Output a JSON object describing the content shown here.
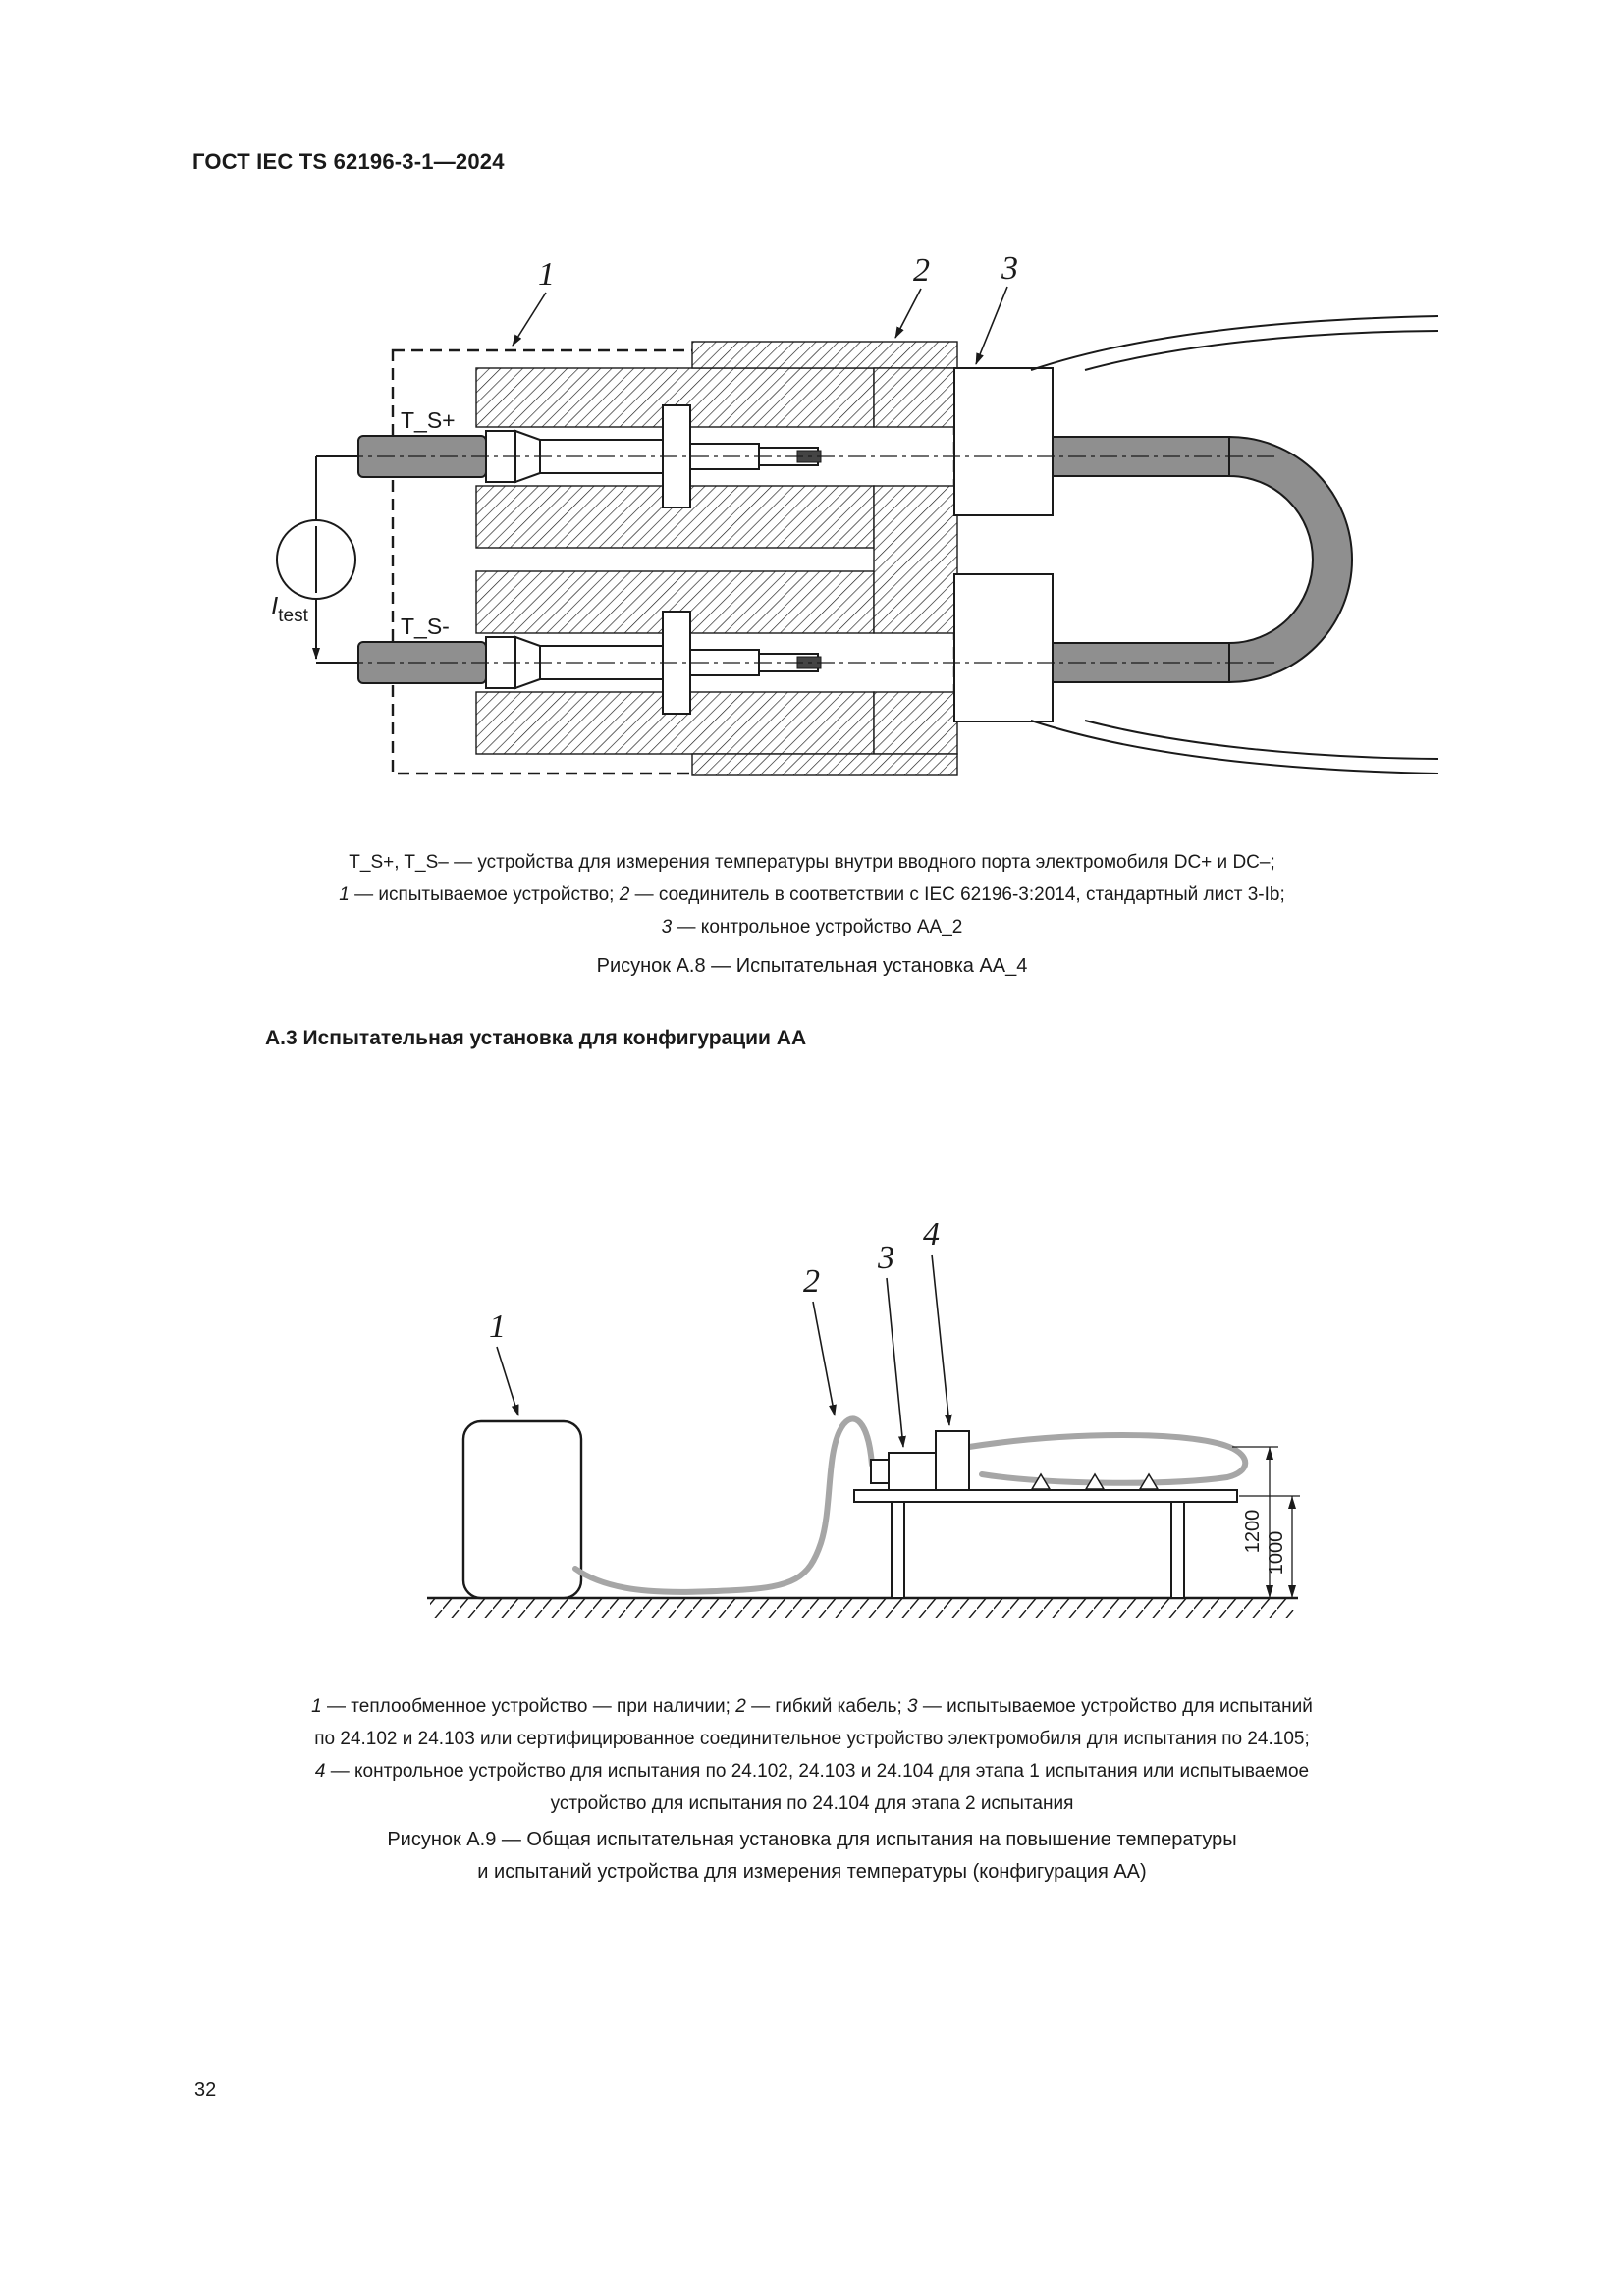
{
  "page": {
    "header": "ГОСТ IEC TS 62196-3-1—2024",
    "page_number": "32"
  },
  "figure_a8": {
    "callouts": {
      "c1": "1",
      "c2": "2",
      "c3": "3"
    },
    "ts_plus": "T_S+",
    "ts_minus": "T_S-",
    "current": {
      "symbol": "I",
      "subscript": "test"
    },
    "legend": {
      "line1": "T_S+, T_S– — устройства для измерения температуры внутри вводного порта электромобиля DC+ и DC–;",
      "line2_num1": "1",
      "line2_text1": " — испытываемое устройство; ",
      "line2_num2": "2",
      "line2_text2": " — соединитель в соответствии с IEC 62196-3:2014, стандартный лист 3-Ib;",
      "line3_num": "3",
      "line3_text": " — контрольное устройство АА_2"
    },
    "caption": "Рисунок А.8 — Испытательная установка АА_4"
  },
  "section_a3": {
    "heading": "А.3 Испытательная установка для конфигурации АА"
  },
  "figure_a9": {
    "callouts": {
      "c1": "1",
      "c2": "2",
      "c3": "3",
      "c4": "4"
    },
    "dimensions": {
      "d1200": "1200",
      "d1000": "1000"
    },
    "legend": {
      "line1_num1": "1",
      "line1_text1": " — теплообменное устройство — при наличии; ",
      "line1_num2": "2",
      "line1_text2": " — гибкий кабель; ",
      "line1_num3": "3",
      "line1_text3": " — испытываемое устройство для испытаний",
      "line2": "по 24.102 и 24.103 или сертифицированное соединительное устройство электромобиля для испытания по 24.105;",
      "line3_num": "4",
      "line3_text": " — контрольное устройство для испытания по 24.102, 24.103 и 24.104 для этапа 1 испытания или испытываемое",
      "line4": "устройство для испытания по 24.104 для этапа 2 испытания"
    },
    "caption_line1": "Рисунок А.9 — Общая испытательная установка для испытания на повышение температуры",
    "caption_line2": "и испытаний устройства для измерения температуры (конфигурация АА)"
  }
}
